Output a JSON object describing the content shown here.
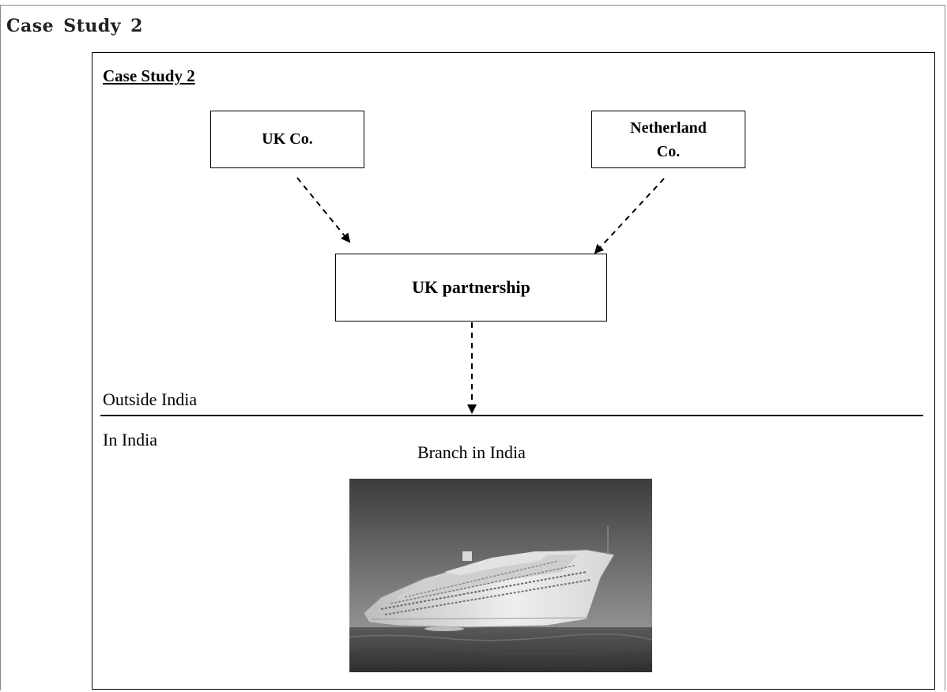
{
  "page_heading": "Case Study 2",
  "diagram": {
    "title": "Case Study 2",
    "nodes": {
      "uk_co": "UK Co.",
      "netherland_co": "Netherland\nCo.",
      "uk_partnership": "UK partnership"
    },
    "edges": [
      {
        "from": "UK Co.",
        "to": "UK partnership",
        "style": "dashed"
      },
      {
        "from": "Netherland Co.",
        "to": "UK partnership",
        "style": "dashed"
      },
      {
        "from": "UK partnership",
        "to": "Branch in India",
        "style": "dashed"
      }
    ],
    "boundary": {
      "above_label": "Outside India",
      "below_label": "In India"
    },
    "branch_label": "Branch in India",
    "branch_image": "cruise-ship-photo"
  }
}
